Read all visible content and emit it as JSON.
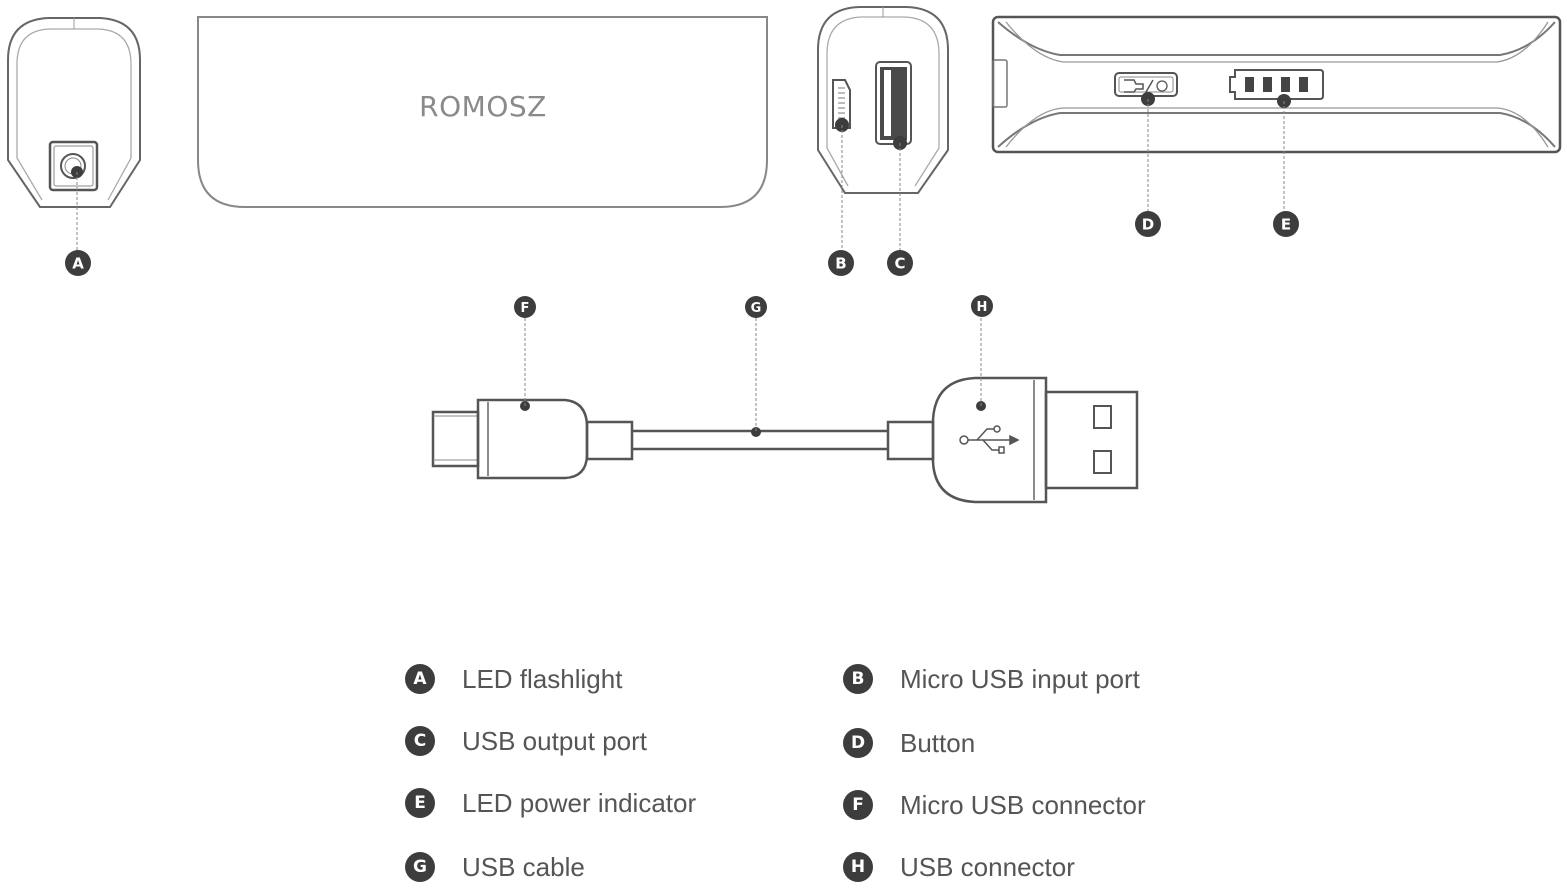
{
  "diagram": {
    "brand_logo": "ROMOSZ",
    "callouts": {
      "A": "A",
      "B": "B",
      "C": "C",
      "D": "D",
      "E": "E",
      "F": "F",
      "G": "G",
      "H": "H"
    },
    "battery_indicator_bars": 4,
    "button_icon": "flashlight-power-icon",
    "usb_icon": "usb-trident-icon"
  },
  "legend": [
    {
      "letter": "A",
      "label": "LED flashlight"
    },
    {
      "letter": "B",
      "label": "Micro USB input port"
    },
    {
      "letter": "C",
      "label": "USB output port"
    },
    {
      "letter": "D",
      "label": "Button"
    },
    {
      "letter": "E",
      "label": "LED power indicator"
    },
    {
      "letter": "F",
      "label": "Micro USB connector"
    },
    {
      "letter": "G",
      "label": "USB cable"
    },
    {
      "letter": "H",
      "label": "USB connector"
    }
  ],
  "colors": {
    "outline": "#555555",
    "callout": "#3d3d3d",
    "legend_text": "#555555",
    "brand_text": "#8a8a8a"
  }
}
